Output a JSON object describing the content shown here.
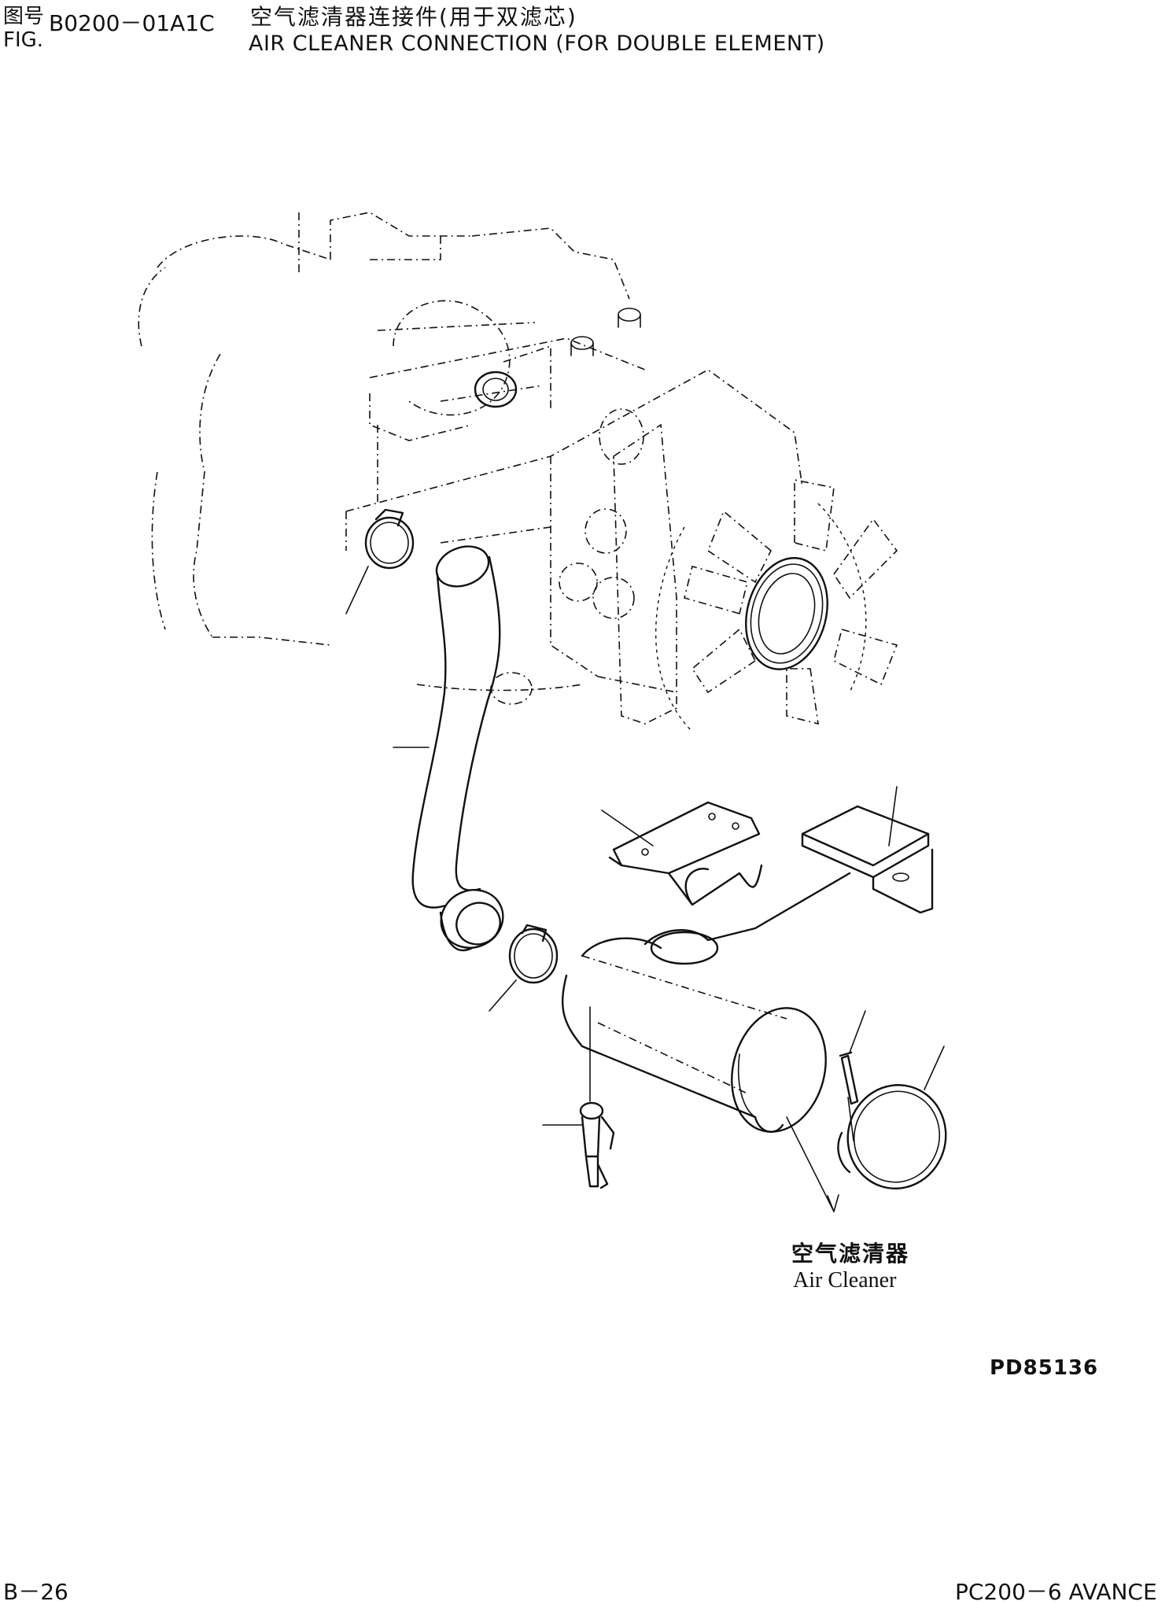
{
  "header": {
    "fig_label_cn": "图号",
    "fig_label_en": "FIG.",
    "fig_number": "B0200－01A1C",
    "title_cn": "空气滤清器连接件(用于双滤芯)",
    "title_en": "AIR CLEANER CONNECTION (FOR DOUBLE ELEMENT)"
  },
  "callout": {
    "label_cn": "空气滤清器",
    "label_en": "Air Cleaner"
  },
  "footer": {
    "drawing_code": "PD85136",
    "page_ref": "B－26",
    "model": "PC200－6 AVANCE"
  }
}
